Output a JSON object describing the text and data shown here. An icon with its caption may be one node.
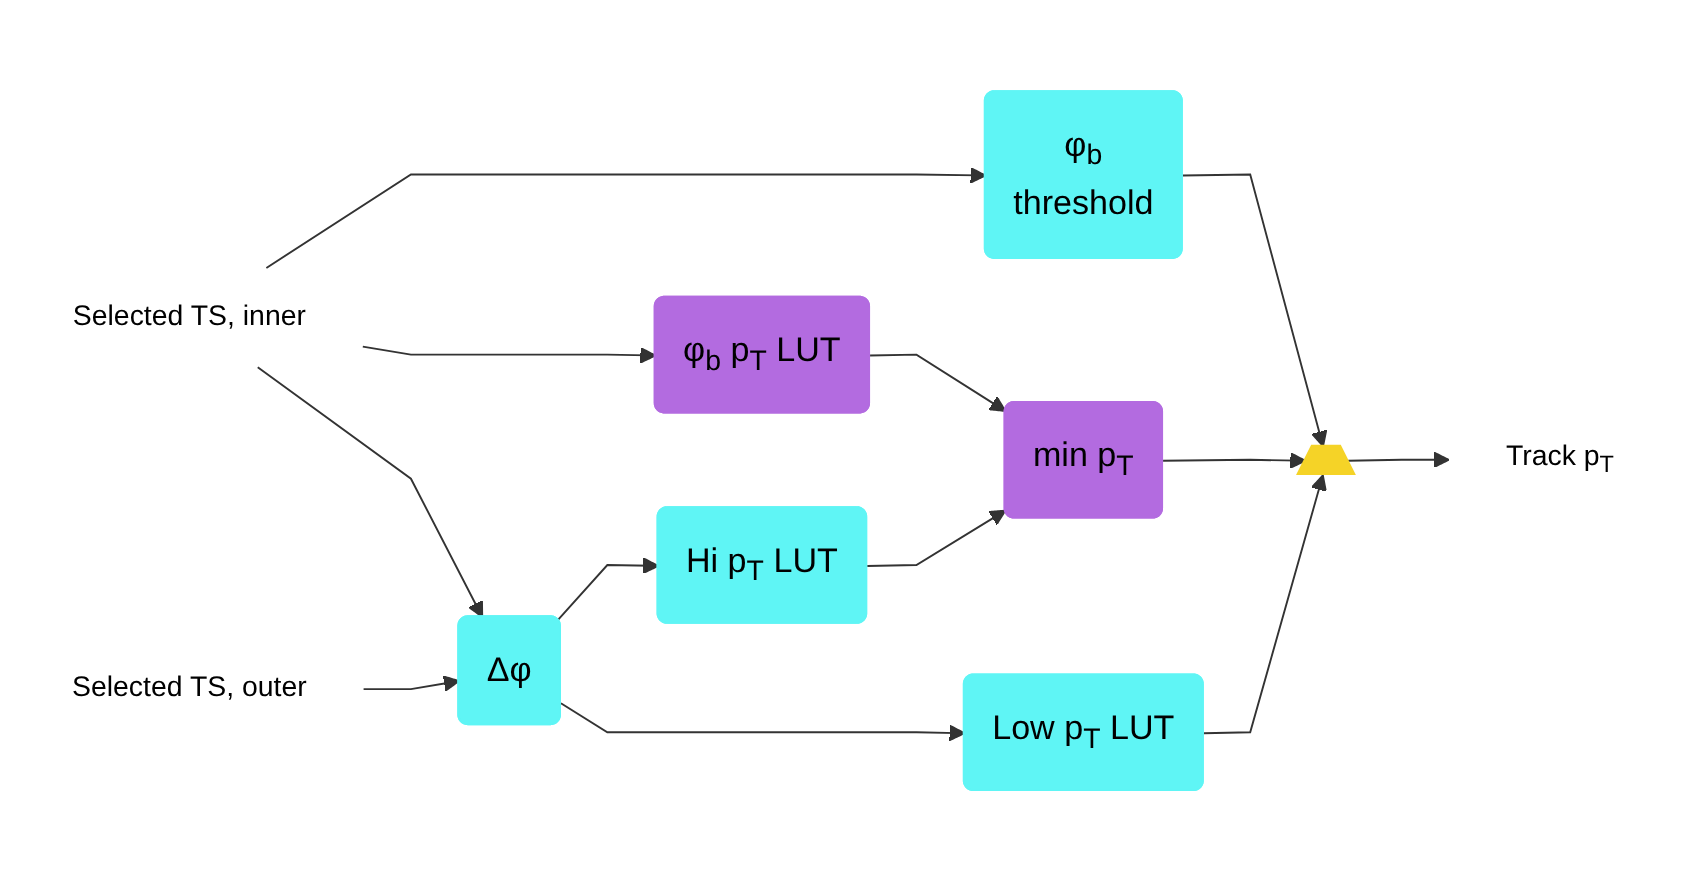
{
  "diagram": {
    "nodes": [
      {
        "text": [
          "Selected TS, inner"
        ]
      },
      {
        "text": [
          "Selected TS, outer"
        ]
      },
      {
        "text": [
          "φ$_{b}$",
          "threshold"
        ]
      },
      {
        "text": [
          "φ$_{b}$ p$_{T}$ LUT"
        ]
      },
      {
        "text": [
          "Δφ"
        ]
      },
      {
        "text": [
          "Hi p$_{T}$ LUT"
        ]
      },
      {
        "text": [
          "Low p$_{T}$ LUT"
        ]
      },
      {
        "text": [
          "min p$_{T}$"
        ]
      },
      {
        "text": [],
        "shape": "trapezoid"
      },
      {
        "text": [
          "Track p$_{T}$"
        ]
      }
    ],
    "edges": [
      {
        "from": 0,
        "to": 2,
        "arrow": "to"
      },
      {
        "from": 0,
        "to": 3,
        "arrow": "to"
      },
      {
        "from": 0,
        "to": 4,
        "arrow": "to"
      },
      {
        "from": 1,
        "to": 4,
        "arrow": "to"
      },
      {
        "from": 4,
        "to": 5,
        "arrow": "to"
      },
      {
        "from": 4,
        "to": 6,
        "arrow": "to"
      },
      {
        "from": 3,
        "to": 7,
        "arrow": "to"
      },
      {
        "from": 5,
        "to": 7,
        "arrow": "to"
      },
      {
        "from": 2,
        "to": 8,
        "arrow": "to"
      },
      {
        "from": 7,
        "to": 8,
        "arrow": "to"
      },
      {
        "from": 6,
        "to": 8,
        "arrow": "to"
      },
      {
        "from": 8,
        "to": 9,
        "arrow": "to"
      }
    ]
  }
}
